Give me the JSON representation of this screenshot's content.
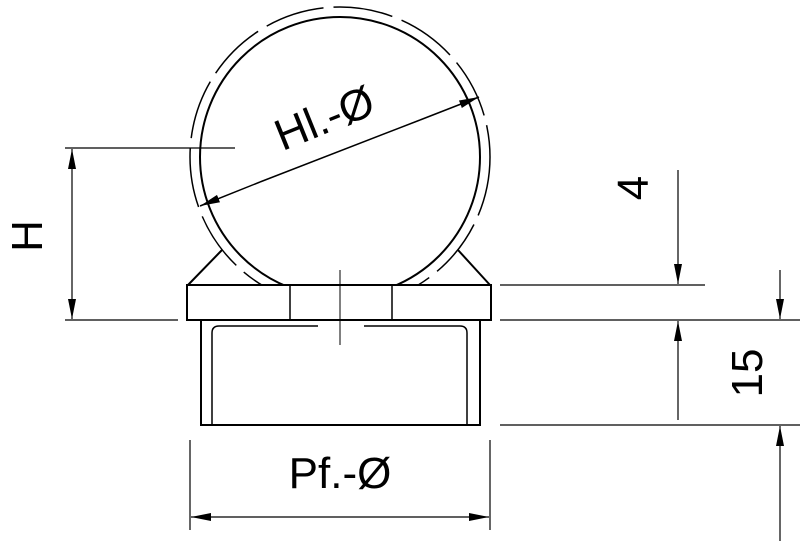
{
  "labels": {
    "hl_diameter": "Hl.-Ø",
    "height": "H",
    "pf_diameter": "Pf.-Ø",
    "dim_4": "4",
    "dim_15": "15"
  },
  "colors": {
    "line": "#000000",
    "background": "#ffffff"
  }
}
